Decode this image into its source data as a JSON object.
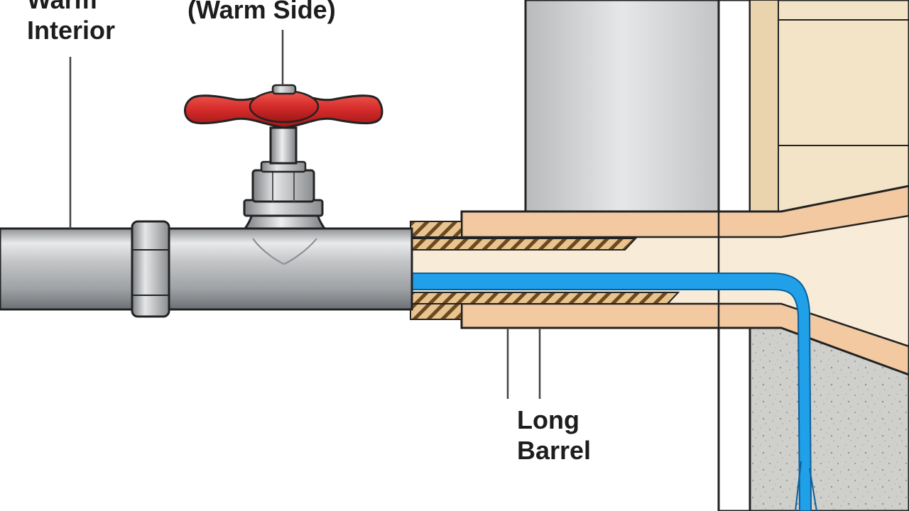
{
  "labels": {
    "warm_interior": [
      "Warm",
      "Interior"
    ],
    "warm_side": "(Warm Side)",
    "long_barrel": [
      "Long",
      "Barrel"
    ]
  },
  "colors": {
    "pipe": "#b9bcbf",
    "valve_handle": "#d42a2a",
    "barrel": "#f2c9a0",
    "water": "#1fa0e8",
    "wall_siding": "#f3e4c8",
    "concrete": "#c9c9c6",
    "outline": "#222222"
  }
}
